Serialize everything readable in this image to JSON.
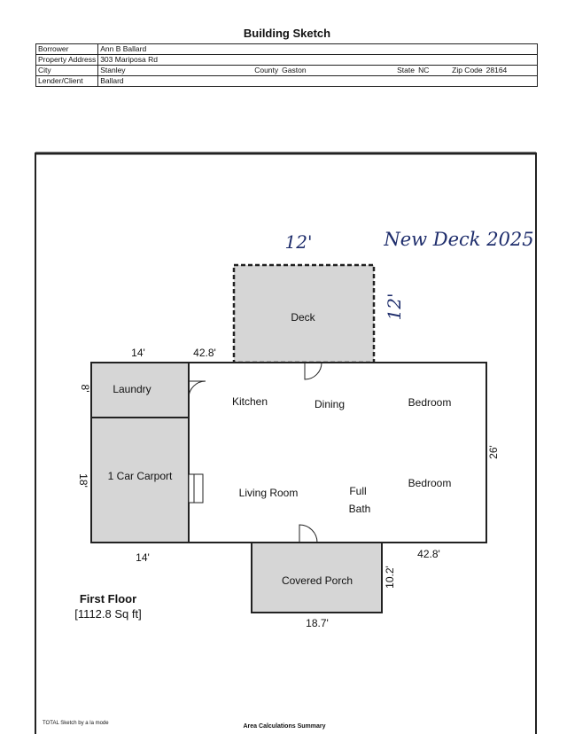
{
  "header": {
    "title": "Building Sketch"
  },
  "info": {
    "borrower_label": "Borrower",
    "borrower": "Ann B Ballard",
    "address_label": "Property Address",
    "address": "303 Mariposa Rd",
    "city_label": "City",
    "city": "Stanley",
    "county_label": "County",
    "county": "Gaston",
    "state_label": "State",
    "state": "NC",
    "zip_label": "Zip Code",
    "zip": "28164",
    "lender_label": "Lender/Client",
    "lender": "Ballard"
  },
  "rooms": {
    "deck": "Deck",
    "laundry": "Laundry",
    "carport": "1 Car Carport",
    "kitchen": "Kitchen",
    "dining": "Dining",
    "bedroom1": "Bedroom",
    "bedroom2": "Bedroom",
    "living": "Living Room",
    "full_bath_1": "Full",
    "full_bath_2": "Bath",
    "covered_porch": "Covered Porch"
  },
  "dimensions": {
    "top_left": "14'",
    "top_main": "42.8'",
    "laundry_side": "8'",
    "carport_side": "18'",
    "right_side": "26'",
    "bottom_left": "14'",
    "bottom_right": "42.8'",
    "porch_side": "10.2'",
    "porch_bottom": "18.7'"
  },
  "handwritten": {
    "deck_width": "12'",
    "deck_depth": "12'",
    "note": "New Deck 2025"
  },
  "floor": {
    "name": "First Floor",
    "area": "[1112.8 Sq ft]"
  },
  "footer": {
    "software": "TOTAL Sketch by a la mode",
    "summary": "Area Calculations Summary"
  }
}
